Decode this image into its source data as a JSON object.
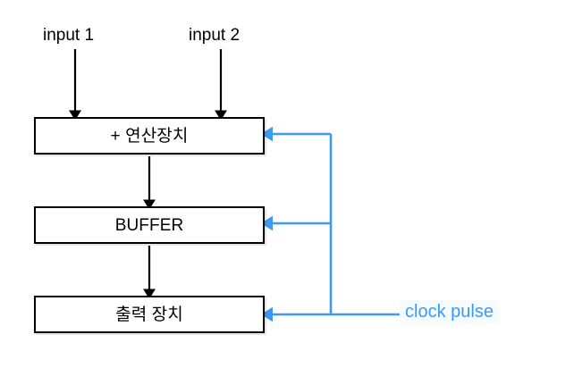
{
  "diagram": {
    "type": "block-diagram",
    "background_color": "#ffffff",
    "box_border_color": "#000000",
    "clock_color": "#3d9af0",
    "boxes": [
      {
        "id": "adder",
        "label": "+ 연산장치"
      },
      {
        "id": "buffer",
        "label": "BUFFER"
      },
      {
        "id": "output",
        "label": "출력 장치"
      }
    ],
    "input_labels": [
      {
        "id": "input-1",
        "label": "input 1"
      },
      {
        "id": "input-2",
        "label": "input 2"
      }
    ],
    "clock": {
      "label": "clock pulse",
      "color": "#3d9af0",
      "targets": [
        "adder",
        "buffer",
        "output"
      ]
    },
    "flow_arrows": [
      {
        "from": "input 1",
        "to": "+ 연산장치"
      },
      {
        "from": "input 2",
        "to": "+ 연산장치"
      },
      {
        "from": "+ 연산장치",
        "to": "BUFFER"
      },
      {
        "from": "BUFFER",
        "to": "출력 장치"
      }
    ]
  }
}
